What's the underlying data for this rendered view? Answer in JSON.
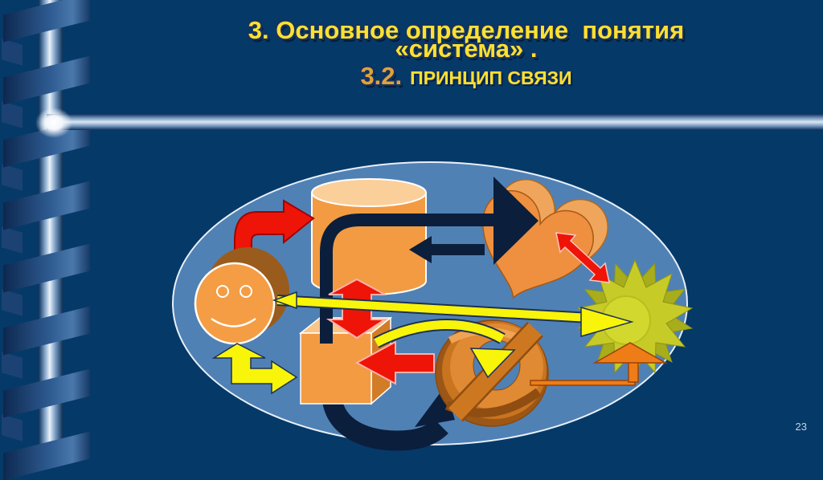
{
  "slide": {
    "title_line1": "3. Основное определение  понятия",
    "title_line2": "«система» .",
    "section_number": "3.2.",
    "section_title": "ПРИНЦИП СВЯЗИ",
    "page_number": "23"
  },
  "palette": {
    "background": "#053968",
    "ellipse_fill": "#5081b5",
    "ellipse_border": "#e8f0f8",
    "title_yellow": "#ffe030",
    "section_number_gold": "#dfa33c",
    "shape_orange": "#f39b42",
    "shape_orange_light": "#fbcf9a",
    "shape_brown": "#9a5c1c",
    "arrow_red": "#ee1408",
    "arrow_navy": "#0b1e3c",
    "arrow_yellow": "#f8f40a",
    "star_yellow_green": "#c6cb28",
    "connector_orange": "#ee7d18",
    "page_number_color": "#c6d2e0"
  },
  "diagram": {
    "description": "Objects inside an ellipse connected by arrows illustrating the connection principle",
    "shapes": [
      "smiley-face",
      "cylinder",
      "heart",
      "cube",
      "ring-with-slash",
      "gear-star"
    ],
    "arrows": [
      "red-bent-arrow",
      "navy-thick-arrow",
      "navy-left-arrow",
      "red-double-vertical-arrow",
      "yellow-long-double-arrow",
      "red-left-arrow",
      "yellow-curved-arrow",
      "navy-curved-u-arrow",
      "red-diagonal-double-arrow",
      "orange-up-connector",
      "yellow-bent-double-arrow"
    ]
  }
}
